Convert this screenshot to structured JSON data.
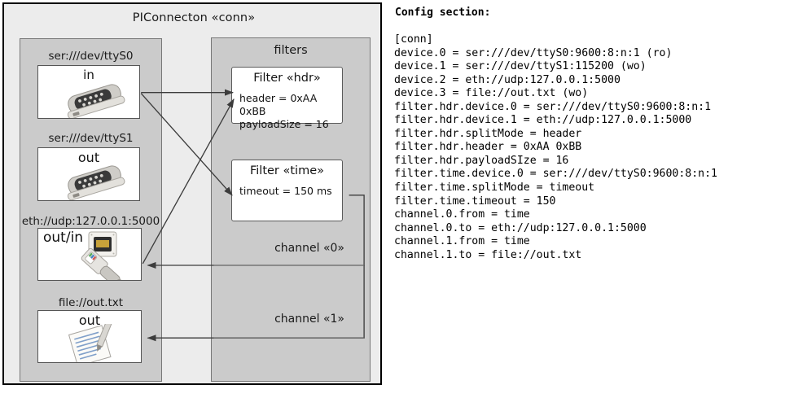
{
  "diagram": {
    "title": "PIConnecton «conn»",
    "devices_group": {
      "title": ""
    },
    "filters_group": {
      "title": "filters"
    },
    "devices": [
      {
        "label": "ser:///dev/ttyS0",
        "direction": "in",
        "icon": "serial-port-icon"
      },
      {
        "label": "ser:///dev/ttyS1",
        "direction": "out",
        "icon": "serial-port-icon"
      },
      {
        "label": "eth://udp:127.0.0.1:5000",
        "direction": "out/in",
        "icon": "ethernet-plug-icon"
      },
      {
        "label": "file://out.txt",
        "direction": "out",
        "icon": "text-file-icon"
      }
    ],
    "filters": [
      {
        "title": "Filter «hdr»",
        "attrs": [
          "header = 0xAA 0xBB",
          "payloadSize = 16"
        ]
      },
      {
        "title": "Filter «time»",
        "attrs": [
          "timeout = 150 ms"
        ]
      }
    ],
    "channels": [
      {
        "label": "channel «0»"
      },
      {
        "label": "channel «1»"
      }
    ],
    "colors": {
      "outer_bg": "#ececec",
      "group_bg": "#cbcbcb",
      "box_bg": "#ffffff",
      "frame": "#000000",
      "wire": "#3c3c3c"
    }
  },
  "config": {
    "heading": "Config section:",
    "lines": [
      "[conn]",
      "device.0 = ser:///dev/ttyS0:9600:8:n:1 (ro)",
      "device.1 = ser:///dev/ttyS1:115200 (wo)",
      "device.2 = eth://udp:127.0.0.1:5000",
      "device.3 = file://out.txt (wo)",
      "filter.hdr.device.0 = ser:///dev/ttyS0:9600:8:n:1",
      "filter.hdr.device.1 = eth://udp:127.0.0.1:5000",
      "filter.hdr.splitMode = header",
      "filter.hdr.header = 0xAA 0xBB",
      "filter.hdr.payloadSIze = 16",
      "filter.time.device.0 = ser:///dev/ttyS0:9600:8:n:1",
      "filter.time.splitMode = timeout",
      "filter.time.timeout = 150",
      "channel.0.from = time",
      "channel.0.to = eth://udp:127.0.0.1:5000",
      "channel.1.from = time",
      "channel.1.to = file://out.txt"
    ]
  }
}
